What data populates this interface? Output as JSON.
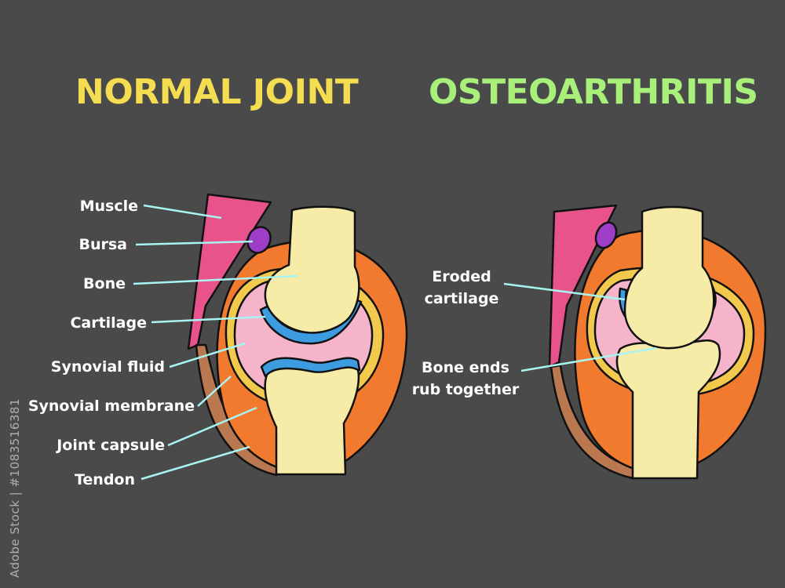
{
  "titles": {
    "normal": "NORMAL JOINT",
    "osteoarthritis": "OSTEOARTHRITIS"
  },
  "labels_normal": {
    "muscle": "Muscle",
    "bursa": "Bursa",
    "bone": "Bone",
    "cartilage": "Cartilage",
    "synovial_fluid": "Synovial fluid",
    "synovial_membrane": "Synovial membrane",
    "joint_capsule": "Joint capsule",
    "tendon": "Tendon"
  },
  "labels_oa": {
    "eroded_line1": "Eroded",
    "eroded_line2": "cartilage",
    "bone_ends_line1": "Bone ends",
    "bone_ends_line2": "rub together"
  },
  "watermark": "Adobe Stock | #1083516381",
  "colors": {
    "background": "#4a4a4a",
    "title_normal": "#f5dd52",
    "title_oa": "#a8f07a",
    "bone": "#f7eba8",
    "cartilage": "#3d9be0",
    "synovial_fluid": "#f6b4cb",
    "synovial_membrane": "#f2c94c",
    "joint_capsule": "#f27a2e",
    "muscle": "#e8538b",
    "bursa": "#9e3dc6",
    "tendon": "#b97850",
    "leader_line": "#a8f4f2"
  }
}
